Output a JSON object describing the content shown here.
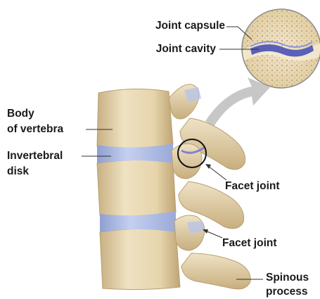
{
  "labels": {
    "joint_capsule": "Joint capsule",
    "joint_cavity": "Joint cavity",
    "body_of_vertebra_line1": "Body",
    "body_of_vertebra_line2": "of vertebra",
    "intervertebral_disk_line1": "Invertebral",
    "intervertebral_disk_line2": "disk",
    "facet_joint_upper": "Facet joint",
    "facet_joint_lower": "Facet joint",
    "spinous_process_line1": "Spinous",
    "spinous_process_line2": "process"
  },
  "colors": {
    "bone": "#ecdcb6",
    "bone_shadow": "#d2bb8a",
    "disk": "#aebde6",
    "cavity": "#5a5fb8",
    "arrow": "#c4c4c4",
    "leader": "#333333"
  }
}
